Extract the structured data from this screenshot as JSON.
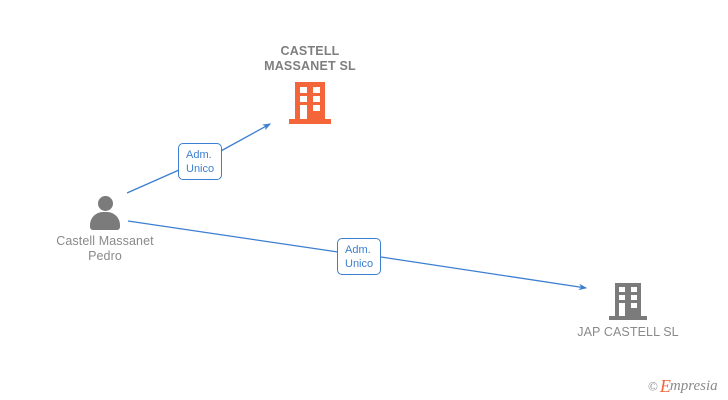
{
  "diagram": {
    "title_text": "CASTELL MASSANET SL",
    "background_color": "#ffffff",
    "accent_blue": "#3c7fd0",
    "accent_orange": "#f4653a",
    "node_gray": "#7b7b7b",
    "label_gray": "#8a8a8a"
  },
  "nodes": [
    {
      "id": "person",
      "type": "person",
      "icon": "person-icon",
      "label": "Castell\nMassanet\nPedro",
      "color": "#7b7b7b"
    },
    {
      "id": "company-main",
      "type": "company",
      "icon": "building-icon",
      "title": "CASTELL MASSANET SL",
      "color": "#f4653a"
    },
    {
      "id": "company-sub",
      "type": "company",
      "icon": "building-icon",
      "label": "JAP CASTELL SL",
      "color": "#7b7b7b"
    }
  ],
  "edges": [
    {
      "id": "edge-1",
      "from": "person",
      "to": "company-main",
      "label": "Adm.\nUnico",
      "color": "#3c7fd0"
    },
    {
      "id": "edge-2",
      "from": "person",
      "to": "company-sub",
      "label": "Adm.\nUnico",
      "color": "#3c7fd0"
    }
  ],
  "watermark": {
    "copyright": "©",
    "brand_initial": "E",
    "brand_rest": "mpresia"
  }
}
